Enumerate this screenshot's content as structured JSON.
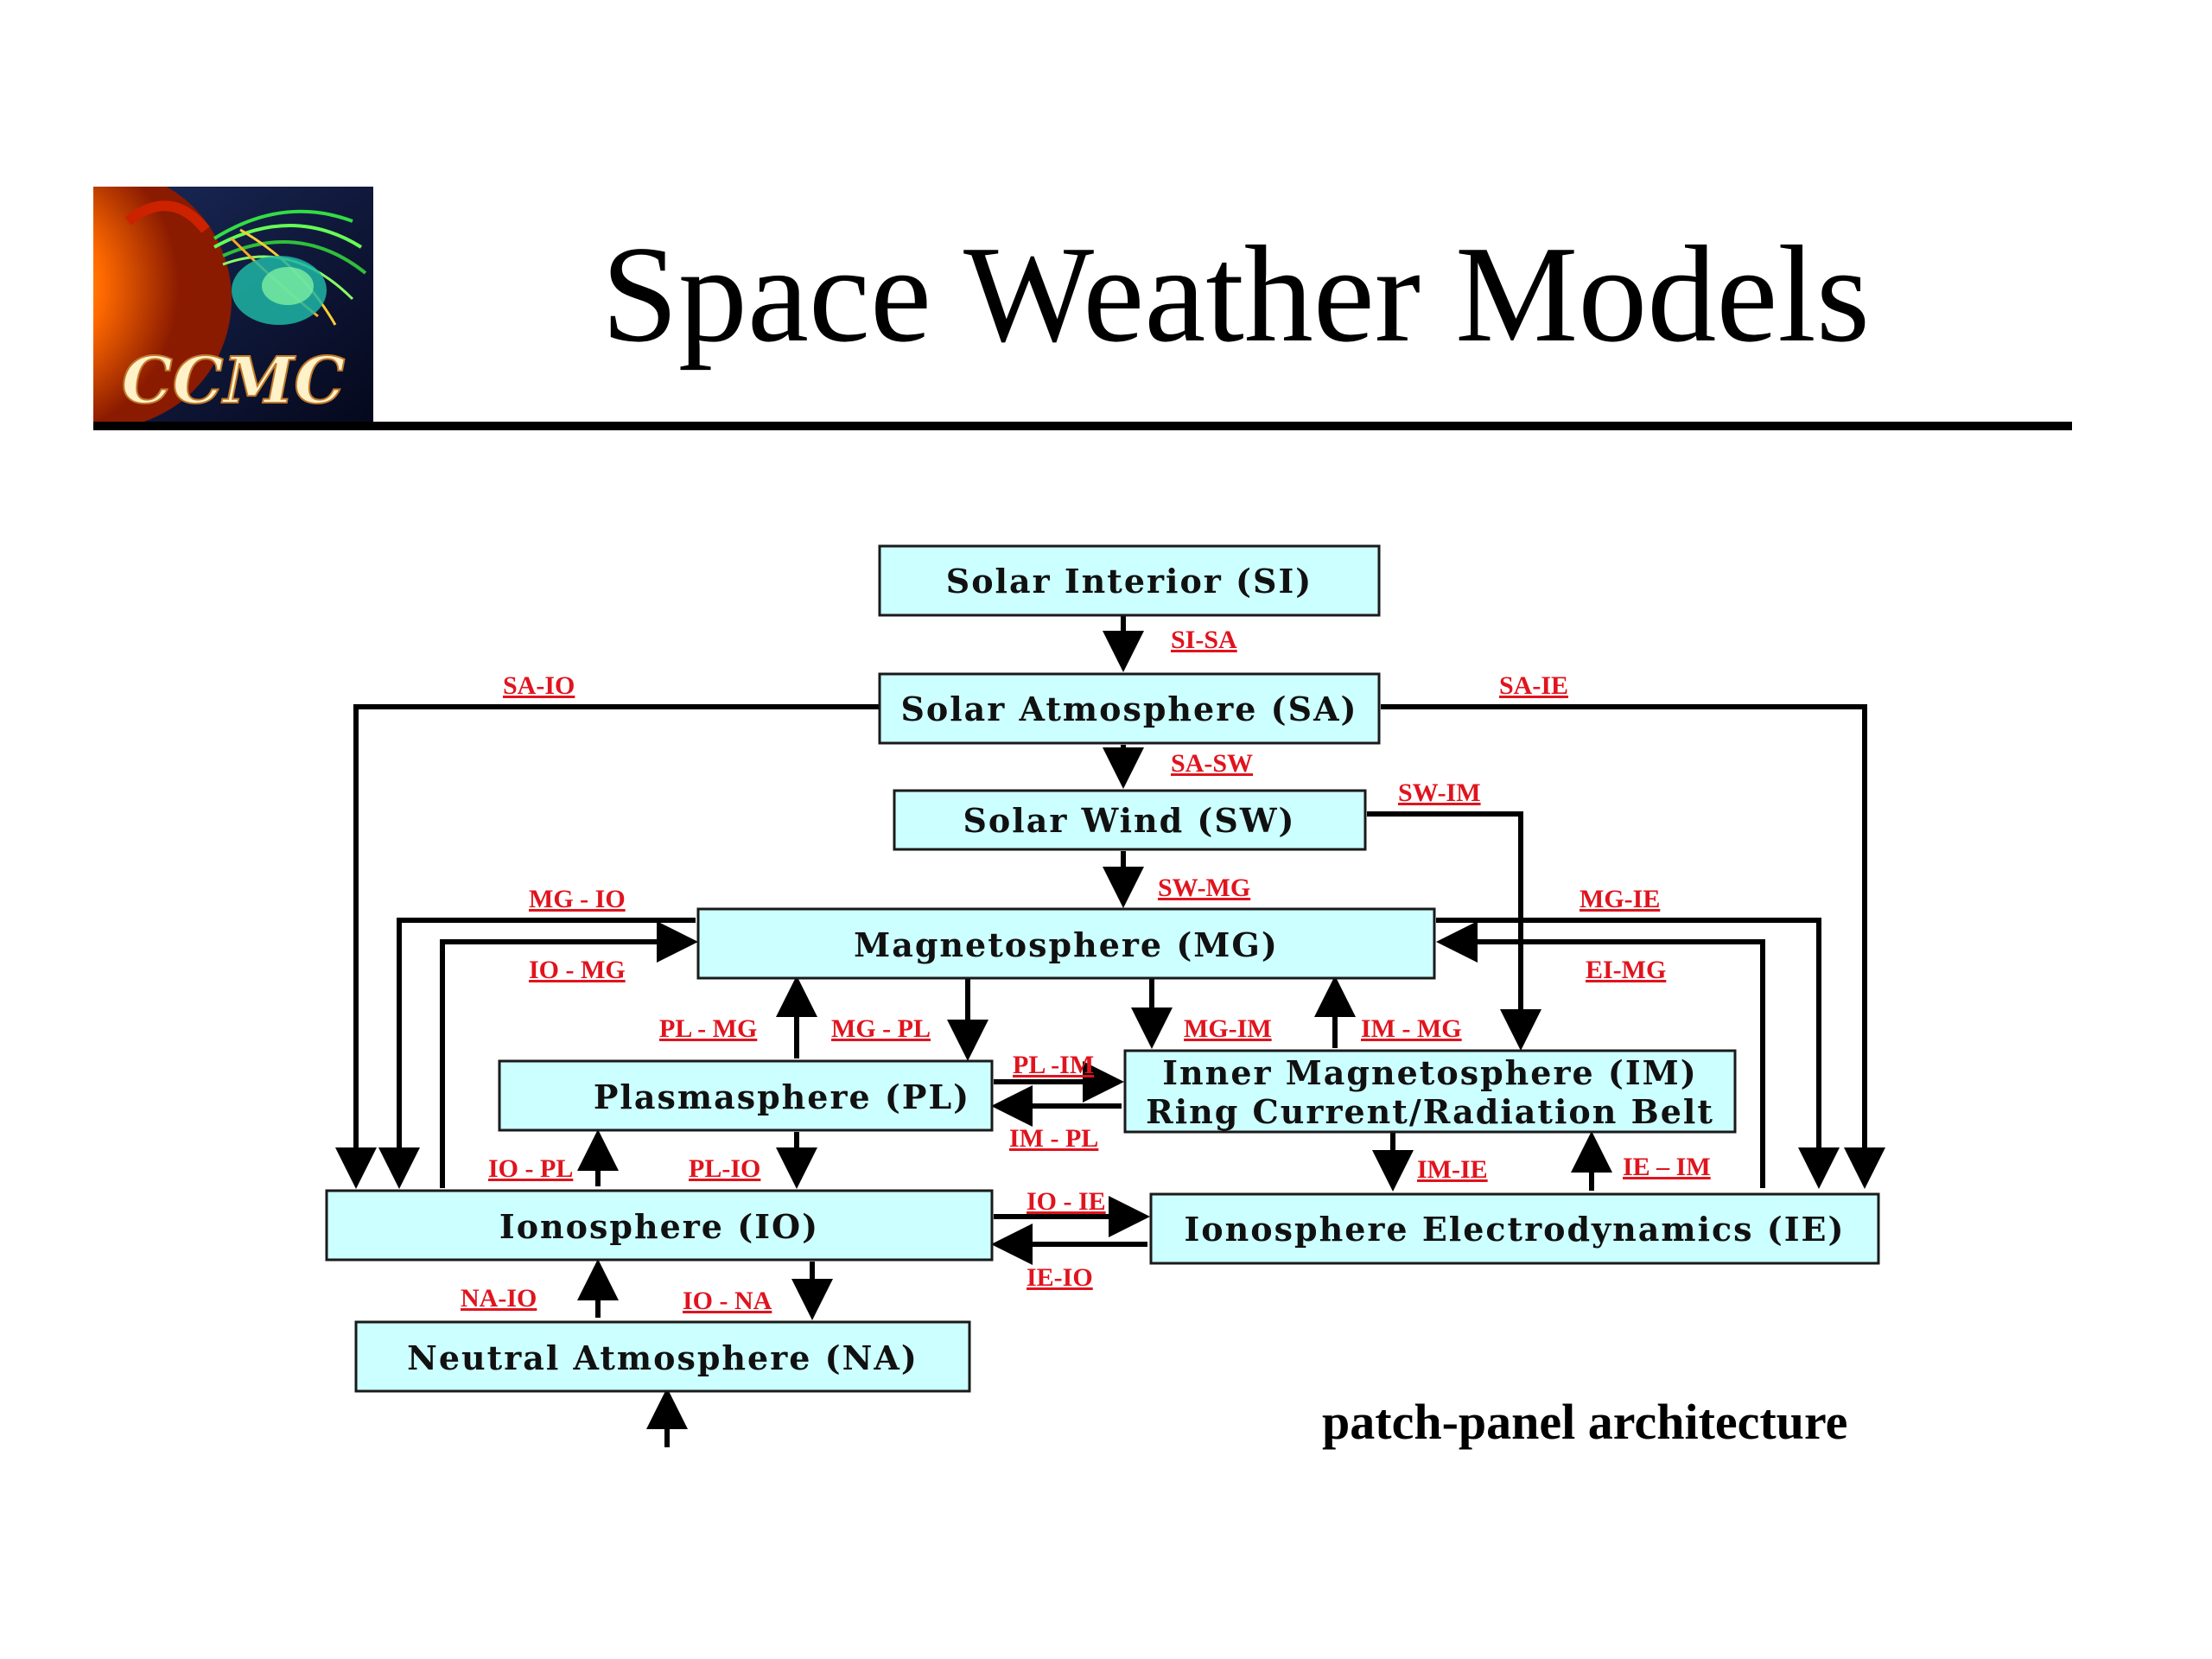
{
  "slide": {
    "title": "Space Weather Models",
    "logo_text": "CCMC",
    "caption": "patch-panel architecture"
  },
  "diagram": {
    "boxes": {
      "si": "Solar Interior (SI)",
      "sa": "Solar Atmosphere (SA)",
      "sw": "Solar Wind (SW)",
      "mg": "Magnetosphere (MG)",
      "pl": "Plasmasphere (PL)",
      "im_line1": "Inner Magnetosphere (IM)",
      "im_line2": "Ring Current/Radiation Belt",
      "io": "Ionosphere (IO)",
      "ie": "Ionosphere Electrodynamics (IE)",
      "na": "Neutral Atmosphere (NA)"
    },
    "links": {
      "si_sa": "SI-SA",
      "sa_io": "SA-IO",
      "sa_ie": "SA-IE",
      "sa_sw": "SA-SW",
      "sw_im": "SW-IM",
      "sw_mg": "SW-MG",
      "mg_io": "MG - IO",
      "io_mg": "IO - MG",
      "mg_ie": "MG-IE",
      "ei_mg": "EI-MG",
      "pl_mg": "PL - MG",
      "mg_pl": "MG - PL",
      "mg_im": "MG-IM",
      "im_mg": "IM - MG",
      "pl_im": "PL -IM",
      "im_pl": "IM - PL",
      "io_pl": "IO - PL",
      "pl_io": "PL-IO",
      "im_ie": "IM-IE",
      "ie_im": "IE – IM",
      "io_ie": "IO - IE",
      "ie_io": "IE-IO",
      "na_io": "NA-IO",
      "io_na": "IO - NA"
    }
  },
  "colors": {
    "box_fill": "#ccffff",
    "link_text": "#e0141e"
  }
}
